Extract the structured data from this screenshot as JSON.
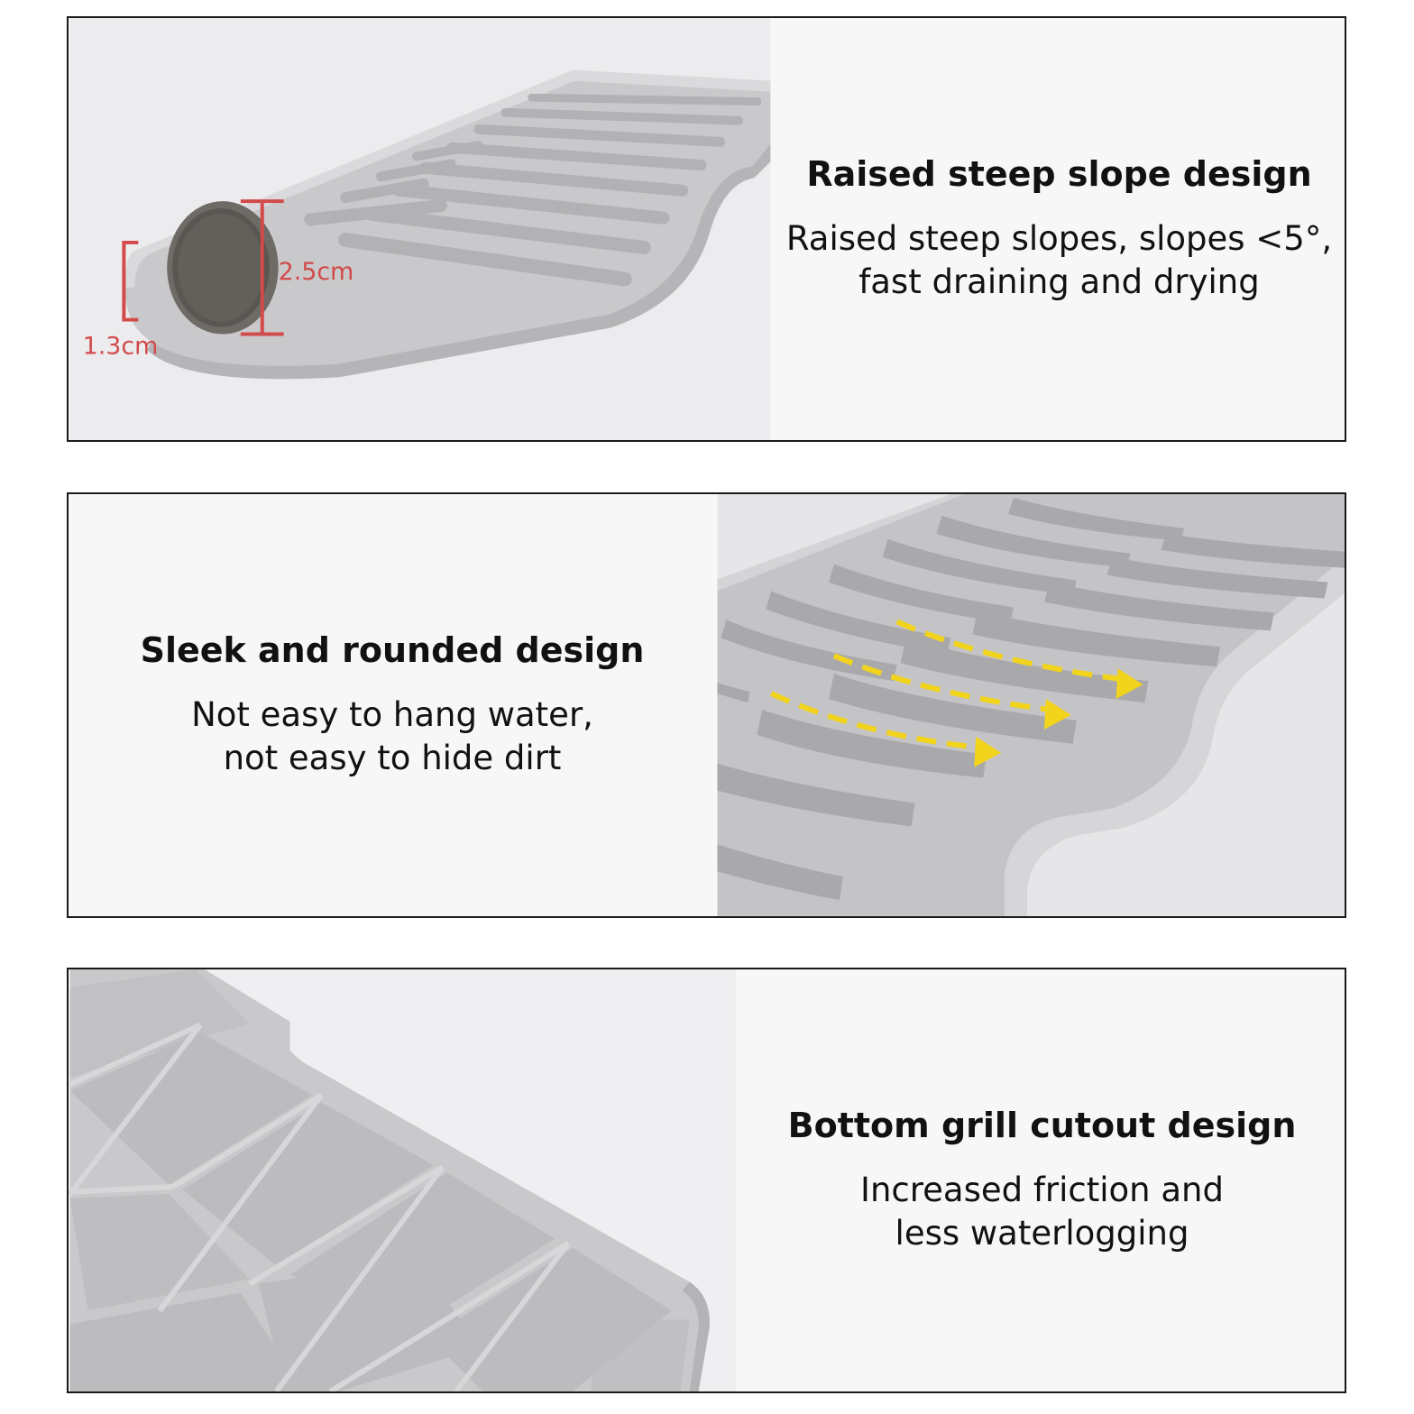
{
  "colors": {
    "border": "#1a1a1a",
    "mat": "#c9c9cb",
    "mat_dark": "#a9a9ac",
    "mat_light": "#dcdcde",
    "background": "#f7f7f8",
    "dimension": "#d24a4a",
    "arrow": "#f2d41c"
  },
  "panels": [
    {
      "title": "Raised steep slope design",
      "desc_line1": "Raised steep slopes, slopes <5°,",
      "desc_line2": "fast draining and drying",
      "dim_height_label": "2.5cm",
      "dim_edge_label": "1.3cm",
      "image_icon": "coin-on-mat-photo"
    },
    {
      "title": "Sleek and rounded design",
      "desc_line1": "Not easy to hang water,",
      "desc_line2": "not easy to hide dirt",
      "image_icon": "drain-ridges-photo"
    },
    {
      "title": "Bottom grill cutout design",
      "desc_line1": "Increased friction and",
      "desc_line2": "less waterlogging",
      "image_icon": "grid-underside-photo"
    }
  ]
}
